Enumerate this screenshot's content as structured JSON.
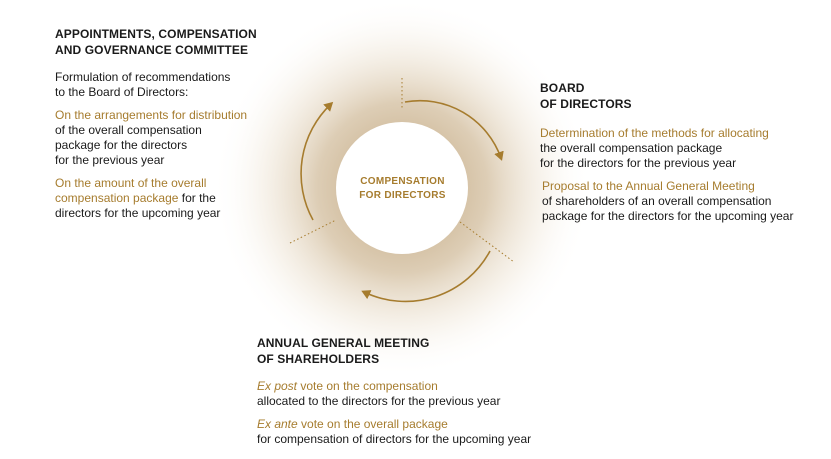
{
  "center": {
    "line1": "COMPENSATION",
    "line2": "FOR DIRECTORS"
  },
  "committee": {
    "title_line1": "APPOINTMENTS, COMPENSATION",
    "title_line2": "AND GOVERNANCE COMMITTEE",
    "intro_line1": "Formulation of recommendations",
    "intro_line2": "to the Board of Directors:",
    "item1_gold": "On the arrangements for distribution",
    "item1_line2": "of the overall compensation",
    "item1_line3": "package for the directors",
    "item1_line4": "for the previous year",
    "item2_gold_line1": "On the amount of the overall",
    "item2_gold_line2": "compensation package",
    "item2_rest_line2": " for the",
    "item2_line3": "directors for the upcoming year"
  },
  "board": {
    "title_line1": "BOARD",
    "title_line2": "OF DIRECTORS",
    "item1_gold": "Determination of the methods for allocating",
    "item1_line2": "the overall compensation package",
    "item1_line3": "for the directors for the previous year",
    "item2_gold": "Proposal to the Annual General Meeting",
    "item2_line2": "of shareholders of an overall compensation",
    "item2_line3": "package for the directors for the upcoming year"
  },
  "agm": {
    "title_line1": "ANNUAL GENERAL MEETING",
    "title_line2": "OF SHAREHOLDERS",
    "item1_italic": "Ex post",
    "item1_gold": " vote on the compensation",
    "item1_line2": "allocated to the directors for the previous year",
    "item2_italic": "Ex ante",
    "item2_gold": " vote on the overall package",
    "item2_line2": "for compensation of directors for the upcoming year"
  },
  "colors": {
    "accent": "#a67c2e",
    "glow": "#c9ad85",
    "text": "#1a1a1a"
  }
}
